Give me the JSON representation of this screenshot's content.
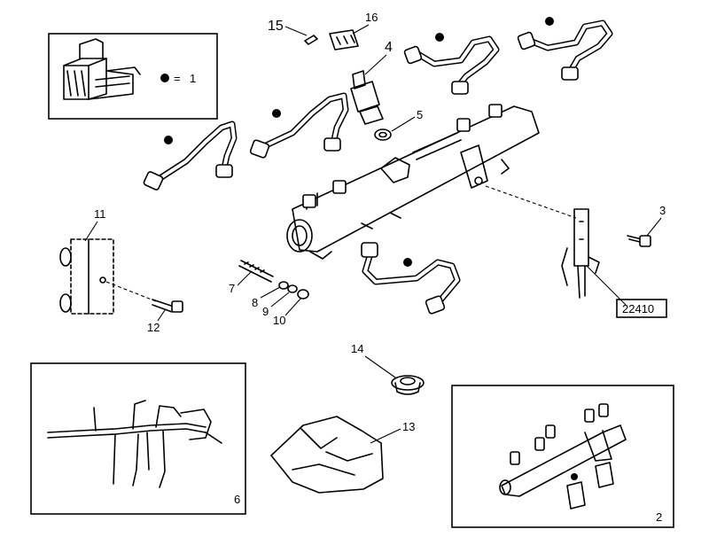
{
  "callouts": {
    "c1": "1",
    "c2": "2",
    "c3": "3",
    "c4": "4",
    "c5": "5",
    "c6": "6",
    "c7": "7",
    "c8": "8",
    "c9": "9",
    "c10": "10",
    "c11": "11",
    "c12": "12",
    "c13": "13",
    "c14": "14",
    "c15": "15",
    "c16": "16",
    "ref": "22410"
  },
  "legend": {
    "equals": "="
  }
}
